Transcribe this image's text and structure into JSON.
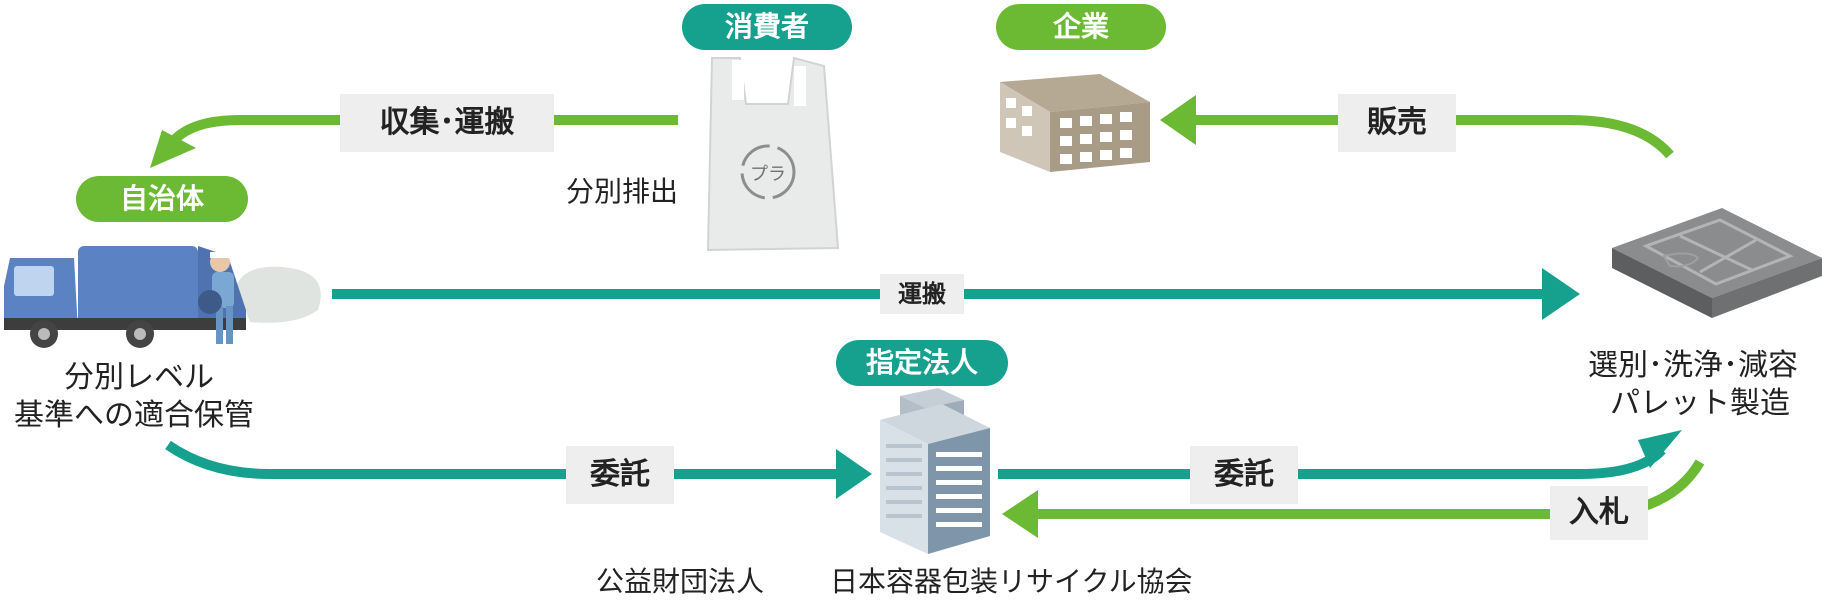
{
  "colors": {
    "teal": "#16a08e",
    "green": "#6cb933",
    "label_bg": "#eeeeee"
  },
  "actors": {
    "consumer": "消費者",
    "company": "企業",
    "municipality": "自治体",
    "designated_corp": "指定法人"
  },
  "flow_labels": {
    "collection": "収集･運搬",
    "sales": "販売",
    "transport": "運搬",
    "consign_left": "委託",
    "consign_right": "委託",
    "bid": "入札"
  },
  "captions": {
    "sorted_disposal": "分別排出",
    "municipal_line1": "分別レベル",
    "municipal_line2": "基準への適合保管",
    "recycler_line1": "選別･洗浄･減容",
    "recycler_line2": "パレット製造",
    "assoc_part1": "公益財団法人",
    "assoc_part2": "日本容器包装リサイクル協会"
  },
  "icons": {
    "bag_mark_text": "プラ",
    "bag": "plastic-bag-icon",
    "office": "office-building-icon",
    "truck": "garbage-truck-icon",
    "worker": "worker-icon",
    "pallet": "pallet-icon",
    "tower": "tower-building-icon"
  }
}
